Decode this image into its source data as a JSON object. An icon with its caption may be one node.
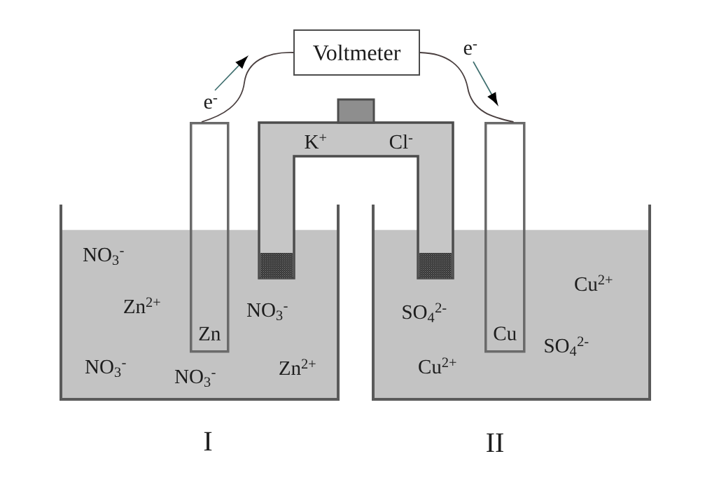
{
  "diagram": {
    "nodes": [
      {
        "text": [
          "Voltmeter"
        ]
      },
      {
        "text": [
          "Zn"
        ]
      },
      {
        "text": [
          "K$^{+}$",
          "Cl$^{-}$"
        ]
      },
      {
        "text": [
          "Cu"
        ]
      },
      {
        "text": [
          "NO$_{3}$$^{-}$",
          "Zn$^{2+}$",
          "NO$_{3}$$^{-}$",
          "NO$_{3}$$^{-}$",
          "Zn$^{2+}$",
          "NO$_{3}$$^{-}$"
        ],
        "beside": [
          "I"
        ]
      },
      {
        "text": [
          "Cu$^{2+}$",
          "SO$_{4}$$^{2-}$",
          "SO$_{4}$$^{2-}$",
          "Cu$^{2+}$"
        ],
        "beside": [
          "II"
        ]
      }
    ],
    "edges": [
      {
        "from": 1,
        "to": 0,
        "arrow": "none"
      },
      {
        "from": 0,
        "to": 3,
        "arrow": "none"
      }
    ],
    "labels": [
      "e$^{-}$",
      "e$^{-}$"
    ]
  }
}
